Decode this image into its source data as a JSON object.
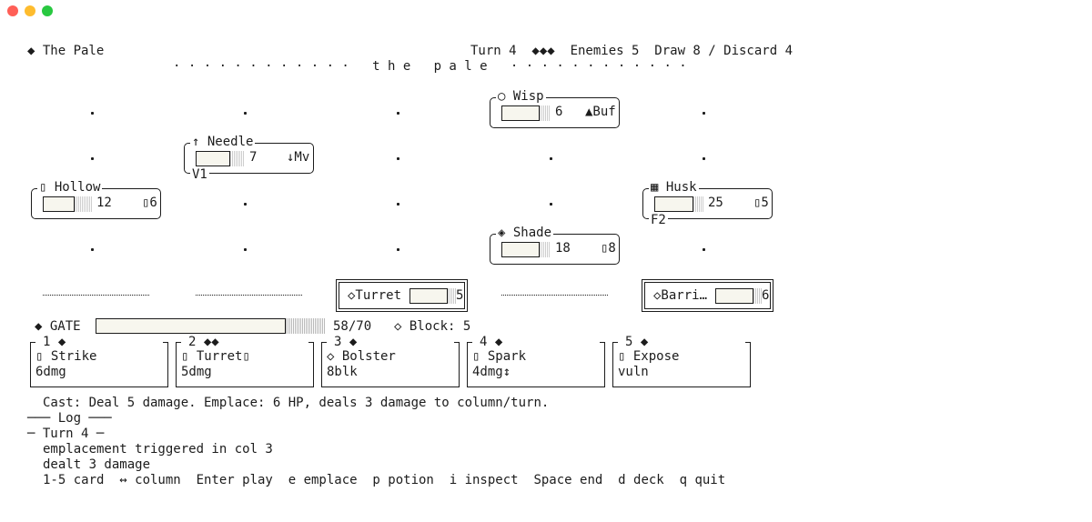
{
  "window": {
    "traffic_lights": [
      "#ff5f57",
      "#febc2e",
      "#28c840"
    ]
  },
  "header": {
    "title": "◆ The Pale",
    "status": "Turn 4  ◆◆◆  Enemies 5  Draw 8 / Discard 4",
    "banner": "· · · · · · · · · · · ·   t h e   p a l e   · · · · · · · · · · · ·"
  },
  "enemies": [
    {
      "title": "○ Wisp",
      "hp": 6,
      "hp_fraction": 0.78,
      "intent": "▲Buf",
      "foot": ""
    },
    {
      "title": "↑ Needle",
      "hp": 7,
      "hp_fraction": 0.7,
      "intent": "↓Mv",
      "foot": "V1"
    },
    {
      "title": "▯ Hollow",
      "hp": 12,
      "hp_fraction": 0.65,
      "intent": "▯6",
      "foot": ""
    },
    {
      "title": "▦ Husk",
      "hp": 25,
      "hp_fraction": 0.8,
      "intent": "▯5",
      "foot": "F2"
    },
    {
      "title": "◈ Shade",
      "hp": 18,
      "hp_fraction": 0.78,
      "intent": "▯8",
      "foot": ""
    }
  ],
  "emplacements": [
    {
      "label": "◇Turret",
      "hp": "5",
      "hp_fraction": 0.8
    },
    {
      "label": "◇Barri…",
      "hp": "6",
      "hp_fraction": 0.8
    }
  ],
  "gate": {
    "label": "◆ GATE",
    "hp_text": "58/70",
    "hp_fraction": 0.83,
    "block": "◇ Block: 5"
  },
  "cards": [
    {
      "cost": "1 ◆",
      "name": "▯ Strike",
      "effect": "6dmg"
    },
    {
      "cost": "2 ◆◆",
      "name": "▯ Turret▯",
      "effect": "5dmg"
    },
    {
      "cost": "3 ◆",
      "name": "◇ Bolster",
      "effect": "8blk"
    },
    {
      "cost": "4 ◆",
      "name": "▯ Spark",
      "effect": "4dmg↕"
    },
    {
      "cost": "5 ◆",
      "name": "▯ Expose",
      "effect": "vuln"
    }
  ],
  "description": "Cast: Deal 5 damage. Emplace: 6 HP, deals 3 damage to column/turn.",
  "log": {
    "header": "─── Log ───",
    "turn": "─ Turn 4 ─",
    "entries": [
      "emplacement triggered in col 3",
      "dealt 3 damage"
    ]
  },
  "help": "1-5 card  ↔ column  Enter play  e emplace  p potion  i inspect  Space end  d deck  q quit"
}
